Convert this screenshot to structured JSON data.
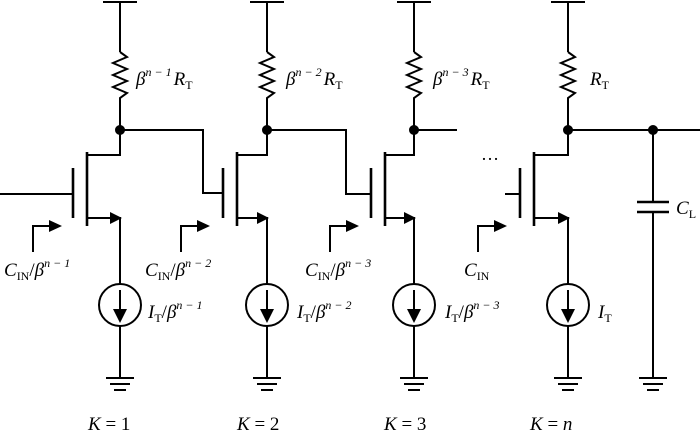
{
  "stages": [
    {
      "resistor": {
        "coef": "β",
        "exp": "n − 1",
        "sym": "R",
        "sub": "T"
      },
      "cap": {
        "sym": "C",
        "sub": "IN",
        "div": "/",
        "coef": "β",
        "exp": "n − 1"
      },
      "current": {
        "sym": "I",
        "sub": "T",
        "div": "/",
        "coef": "β",
        "exp": "n − 1"
      },
      "k": {
        "var": "K",
        "eq": " = ",
        "val": "1"
      }
    },
    {
      "resistor": {
        "coef": "β",
        "exp": "n − 2",
        "sym": "R",
        "sub": "T"
      },
      "cap": {
        "sym": "C",
        "sub": "IN",
        "div": "/",
        "coef": "β",
        "exp": "n − 2"
      },
      "current": {
        "sym": "I",
        "sub": "T",
        "div": "/",
        "coef": "β",
        "exp": "n − 2"
      },
      "k": {
        "var": "K",
        "eq": " = ",
        "val": "2"
      }
    },
    {
      "resistor": {
        "coef": "β",
        "exp": "n − 3",
        "sym": "R",
        "sub": "T"
      },
      "cap": {
        "sym": "C",
        "sub": "IN",
        "div": "/",
        "coef": "β",
        "exp": "n − 3"
      },
      "current": {
        "sym": "I",
        "sub": "T",
        "div": "/",
        "coef": "β",
        "exp": "n − 3"
      },
      "k": {
        "var": "K",
        "eq": " = ",
        "val": "3"
      }
    },
    {
      "resistor": {
        "sym": "R",
        "sub": "T"
      },
      "cap": {
        "sym": "C",
        "sub": "IN"
      },
      "current": {
        "sym": "I",
        "sub": "T"
      },
      "k": {
        "var": "K",
        "eq": " = ",
        "val": "n"
      }
    }
  ],
  "load_cap": {
    "sym": "C",
    "sub": "L"
  },
  "ellipsis": "…"
}
